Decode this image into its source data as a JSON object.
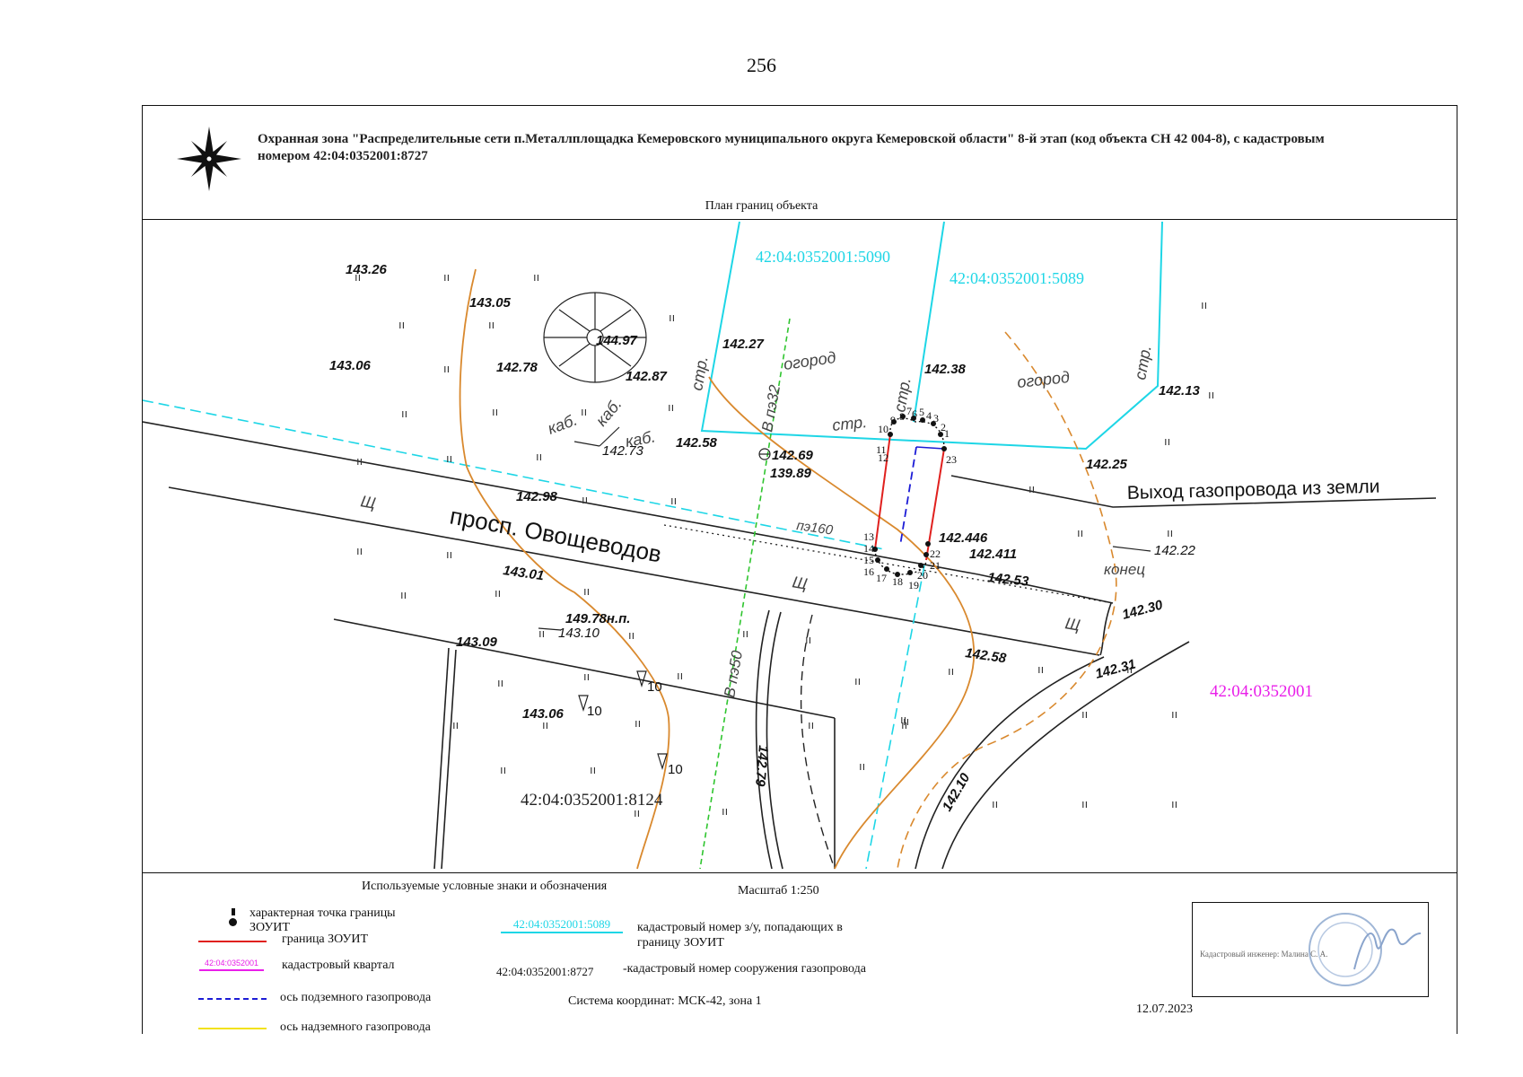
{
  "page_number": "256",
  "header": {
    "title": "Охранная зона \"Распределительные сети п.Металлплощадка Кемеровского муниципального округа Кемеровской области\" 8-й этап (код объекта СН 42 004-8), с кадастровым номером 42:04:0352001:8727",
    "subtitle": "План границ объекта"
  },
  "map": {
    "parcels": {
      "p5090": "42:04:0352001:5090",
      "p5089": "42:04:0352001:5089",
      "p8124": "42:04:0352001:8124",
      "quarter": "42:04:0352001"
    },
    "street": "просп. Овощеводов",
    "gas_exit": "Выход газопровода из земли",
    "elevations": [
      "143.26",
      "143.05",
      "144.97",
      "143.06",
      "142.78",
      "142.87",
      "142.27",
      "142.38",
      "142.13",
      "142.58",
      "142.73",
      "142.69",
      "139.89",
      "142.25",
      "142.98",
      "142.446",
      "142.411",
      "142.53",
      "142.22",
      "143.01",
      "142.30",
      "149.78н.п.",
      "143.10",
      "143.09",
      "142.58",
      "142.31",
      "143.06",
      "142.79",
      "142.10"
    ],
    "text_labels": {
      "garden1": "огород",
      "garden2": "огород",
      "str1": "стр.",
      "str2": "стр.",
      "str3": "стр.",
      "str4": "стр.",
      "kab1": "каб.",
      "kab2": "каб.",
      "kab3": "каб.",
      "sch1": "Щ",
      "sch2": "Щ",
      "sch3": "Щ",
      "pe160": "пэ160",
      "pz32": "В пэ32",
      "pz50": "В пэ50",
      "konec": "конец",
      "v10": "10"
    },
    "point_numbers": [
      "1",
      "2",
      "3",
      "4",
      "5",
      "6",
      "7",
      "8",
      "9",
      "10",
      "11",
      "12",
      "13",
      "14",
      "15",
      "16",
      "17",
      "18",
      "19",
      "20",
      "21",
      "22",
      "23"
    ]
  },
  "legend": {
    "title": "Используемые условные знаки и обозначения",
    "scale": "Масштаб 1:250",
    "items": {
      "point": "характерная точка границы ЗОУИТ",
      "boundary": "граница ЗОУИТ",
      "quarter_sample": "42:04:0352001",
      "quarter": "кадастровый квартал",
      "underground": "ось подземного газопровода",
      "aboveground": "ось надземного газопровода",
      "parcel_sample": "42:04:0352001:5089",
      "parcel": "кадастровый номер з/у, попадающих в границу ЗОУИТ",
      "structure_sample": "42:04:0352001:8727",
      "structure": "-кадастровый  номер сооружения газопровода",
      "coords": "Система координат: МСК-42, зона 1"
    },
    "date": "12.07.2023",
    "stamp_text": "Кадастровый инженер: Малина С. А."
  },
  "colors": {
    "cyan": "#1ed6e6",
    "magenta": "#e91ee9",
    "red": "#e0201e",
    "blue": "#1c1cd6",
    "orange": "#d9892e",
    "green": "#2fc52f",
    "yellow": "#f2e21a"
  }
}
